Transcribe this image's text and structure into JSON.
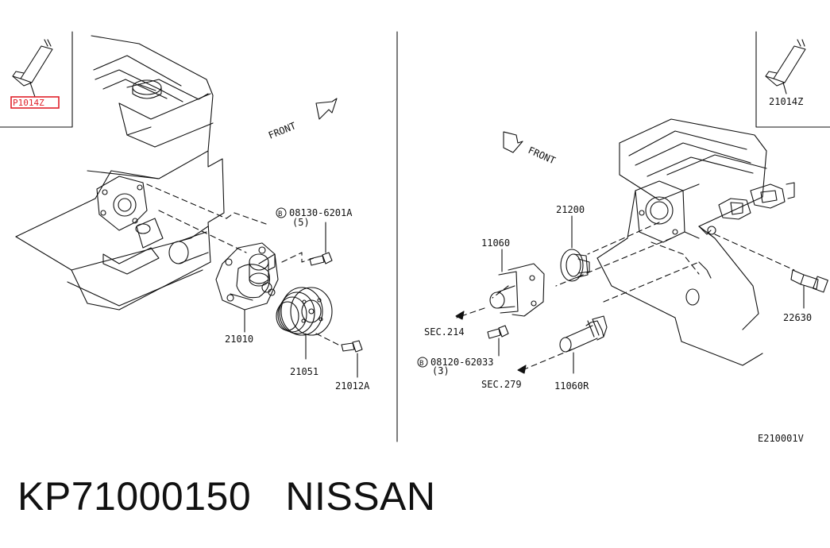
{
  "diagram": {
    "left_panel": {
      "inset_part": "P1014Z",
      "front_label": "FRONT",
      "bolt_ref": "08130-6201A",
      "bolt_qty": "(5)",
      "bolt_prefix": "B",
      "parts": {
        "pump": "21010",
        "pulley": "21051",
        "bolt": "21012A"
      }
    },
    "right_panel": {
      "inset_part": "21014Z",
      "front_label": "FRONT",
      "parts": {
        "thermostat": "21200",
        "housing": "11060",
        "sensor": "22630",
        "pipe": "11060R"
      },
      "bolt_ref": "08120-62033",
      "bolt_qty": "(3)",
      "bolt_prefix": "B",
      "sec_refs": {
        "a": "SEC.214",
        "b": "SEC.279"
      }
    },
    "figure_code": "E210001V"
  },
  "caption": {
    "part_number": "KP71000150",
    "brand": "NISSAN"
  },
  "colors": {
    "highlight": "#e0202a",
    "ink": "#111111"
  }
}
